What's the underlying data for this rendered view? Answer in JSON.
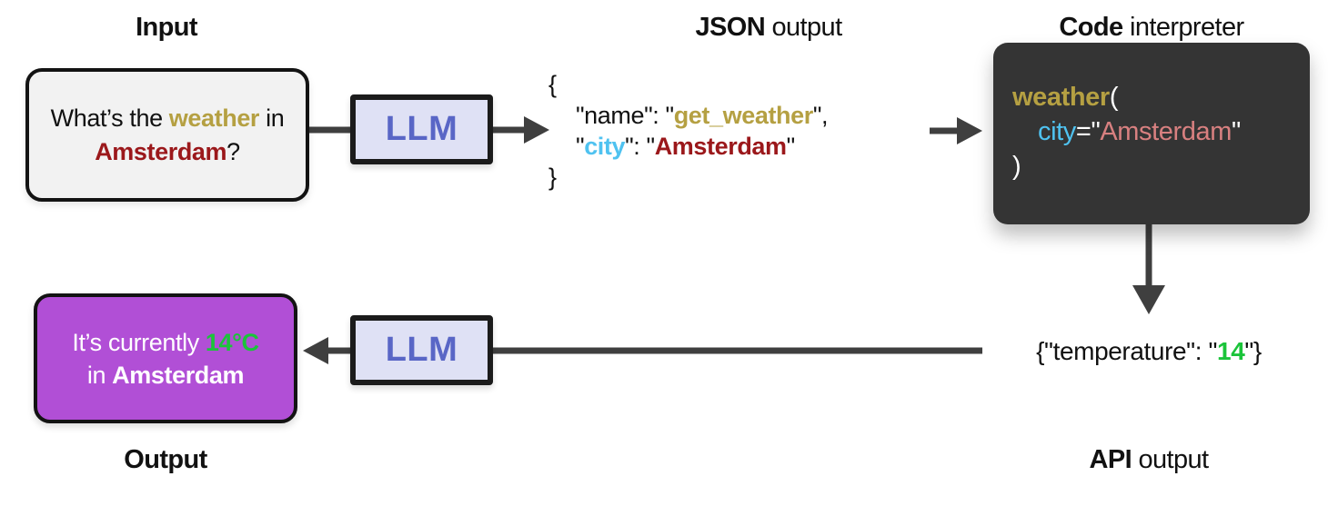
{
  "colors": {
    "ink": "#111111",
    "gold": "#b5a042",
    "red": "#9b181b",
    "cyan": "#4fc2f0",
    "green": "#1bc43a",
    "salmon": "#d88080",
    "white": "#ffffff",
    "llm_text": "#5966c6",
    "llm_fill": "#dfe1f5",
    "arrow": "#3f3f3f",
    "purple": "#b14fd6",
    "code_bg": "#343434",
    "input_bg": "#f2f2f2"
  },
  "headers": {
    "input": [
      {
        "t": "Input",
        "c": "ink",
        "b": true
      }
    ],
    "json_output": [
      {
        "t": "JSON ",
        "c": "ink",
        "b": true
      },
      {
        "t": "output",
        "c": "ink"
      }
    ],
    "code_interpreter": [
      {
        "t": "Code ",
        "c": "ink",
        "b": true
      },
      {
        "t": "interpreter",
        "c": "ink"
      }
    ],
    "api_output": [
      {
        "t": "API ",
        "c": "ink",
        "b": true
      },
      {
        "t": "output",
        "c": "ink"
      }
    ],
    "output": [
      {
        "t": "Output",
        "c": "ink",
        "b": true
      }
    ]
  },
  "llm": {
    "label": "LLM"
  },
  "input_box": {
    "lines": [
      [
        {
          "t": "What’s the ",
          "c": "ink"
        },
        {
          "t": "weather",
          "c": "gold",
          "b": true
        },
        {
          "t": " in",
          "c": "ink"
        }
      ],
      [
        {
          "t": "Amsterdam",
          "c": "red",
          "b": true
        },
        {
          "t": "?",
          "c": "ink"
        }
      ]
    ]
  },
  "json_block": {
    "lines": [
      [
        {
          "t": "{",
          "c": "ink"
        }
      ],
      [
        {
          "t": "\"name\": \"",
          "c": "ink"
        },
        {
          "t": "get_weather",
          "c": "gold",
          "b": true
        },
        {
          "t": "\",",
          "c": "ink"
        }
      ],
      [
        {
          "t": "\"",
          "c": "ink"
        },
        {
          "t": "city",
          "c": "cyan",
          "b": true
        },
        {
          "t": "\": \"",
          "c": "ink"
        },
        {
          "t": "Amsterdam",
          "c": "red",
          "b": true
        },
        {
          "t": "\"",
          "c": "ink"
        }
      ],
      [
        {
          "t": "}",
          "c": "ink"
        }
      ]
    ]
  },
  "code_box": {
    "lines": [
      [
        {
          "t": "weather",
          "c": "gold",
          "b": true
        },
        {
          "t": "(",
          "c": "white"
        }
      ],
      [
        {
          "t": "city",
          "c": "cyan"
        },
        {
          "t": "=\"",
          "c": "white"
        },
        {
          "t": "Amsterdam",
          "c": "salmon"
        },
        {
          "t": "\"",
          "c": "white"
        }
      ],
      [
        {
          "t": ")",
          "c": "white"
        }
      ]
    ]
  },
  "api_result": {
    "segments": [
      {
        "t": "{\"temperature\": \"",
        "c": "ink"
      },
      {
        "t": "14",
        "c": "green",
        "b": true
      },
      {
        "t": "\"}",
        "c": "ink"
      }
    ]
  },
  "output_box": {
    "lines": [
      [
        {
          "t": "It’s currently ",
          "c": "white"
        },
        {
          "t": "14°C",
          "c": "green",
          "b": true
        }
      ],
      [
        {
          "t": "in ",
          "c": "white"
        },
        {
          "t": "Amsterdam",
          "c": "white",
          "b": true
        }
      ]
    ]
  }
}
